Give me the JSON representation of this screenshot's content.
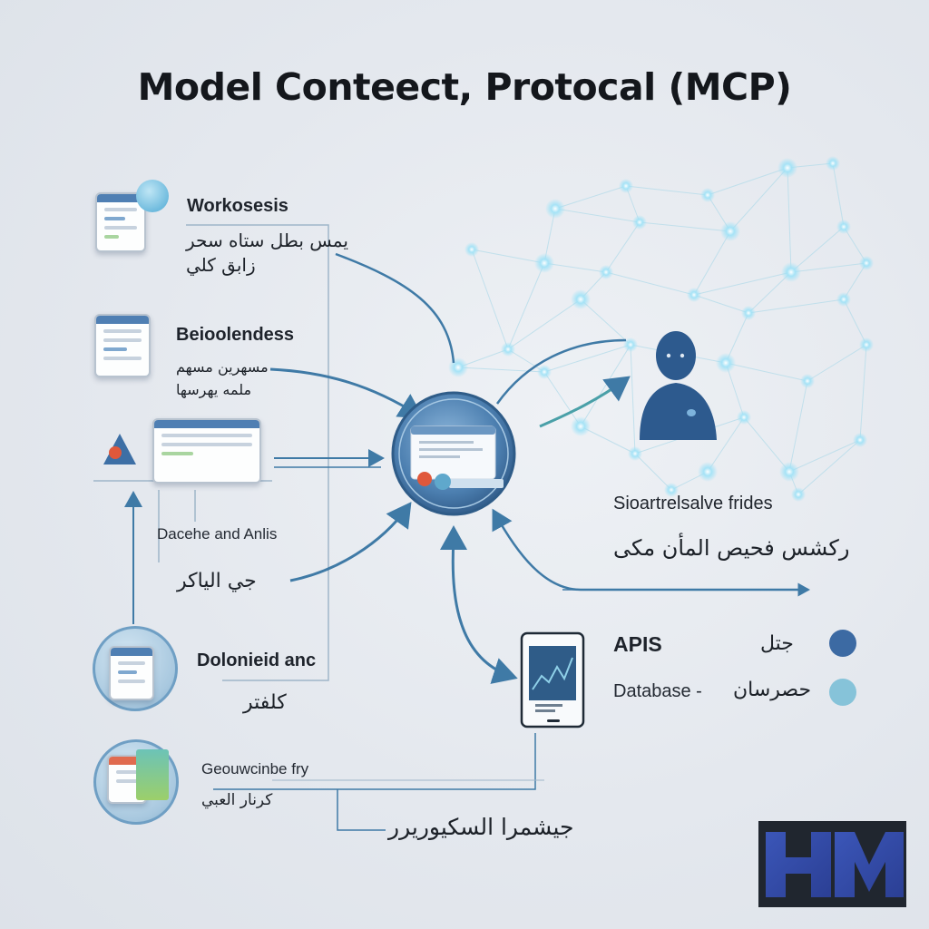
{
  "title": "Model  Conteect, Protocal (MCP)",
  "left_items": [
    {
      "heading": "Workosesis",
      "line1": "يمس بطل ستاه سحر",
      "line2": "زابق كلي"
    },
    {
      "heading": "Beioolendess",
      "line1": "مسهرين مسهم",
      "line2": "ملمه يهرسها"
    },
    {
      "heading": "Dacehe and Anlis",
      "line1": "جي الياكر"
    },
    {
      "heading": "Dolonieid anc",
      "line1": "كلفتر"
    },
    {
      "heading": "Geouwcinbe fry",
      "line1": "كرنار العبي"
    }
  ],
  "bottom_label": "جيشمرا السكيوريرر",
  "person": {
    "caption": "Sioartrelsalve frides",
    "caption_arabic": "ركشس فحيص المأن مكى"
  },
  "legend": [
    {
      "label": "APIS",
      "arabic": "جتل",
      "color": "#3c6aa3"
    },
    {
      "label": "Database  -",
      "arabic": "حصرسان",
      "color": "#86c3d9"
    }
  ],
  "colors": {
    "accent": "#3f7aa6",
    "node": "#8fd8f0",
    "hub": "#4e86b6"
  },
  "logo_text": "HM"
}
